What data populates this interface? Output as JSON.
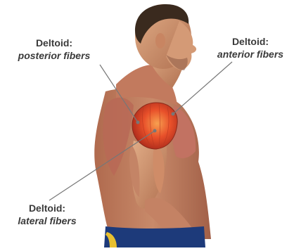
{
  "labels": {
    "posterior": {
      "title": "Deltoid:",
      "subtitle": "posterior fibers"
    },
    "anterior": {
      "title": "Deltoid:",
      "subtitle": "anterior fibers"
    },
    "lateral": {
      "title": "Deltoid:",
      "subtitle": "lateral fibers"
    }
  },
  "colors": {
    "skin": "#d9a07a",
    "skin_shadow": "#a8684a",
    "muscle": "#c2685a",
    "deltoid": "#e8502a",
    "deltoid_highlight": "#f7a050",
    "hair": "#3a2a1e",
    "shorts": "#1d3a7a",
    "shorts_stripe": "#e8c030",
    "leader_line": "#777777"
  }
}
